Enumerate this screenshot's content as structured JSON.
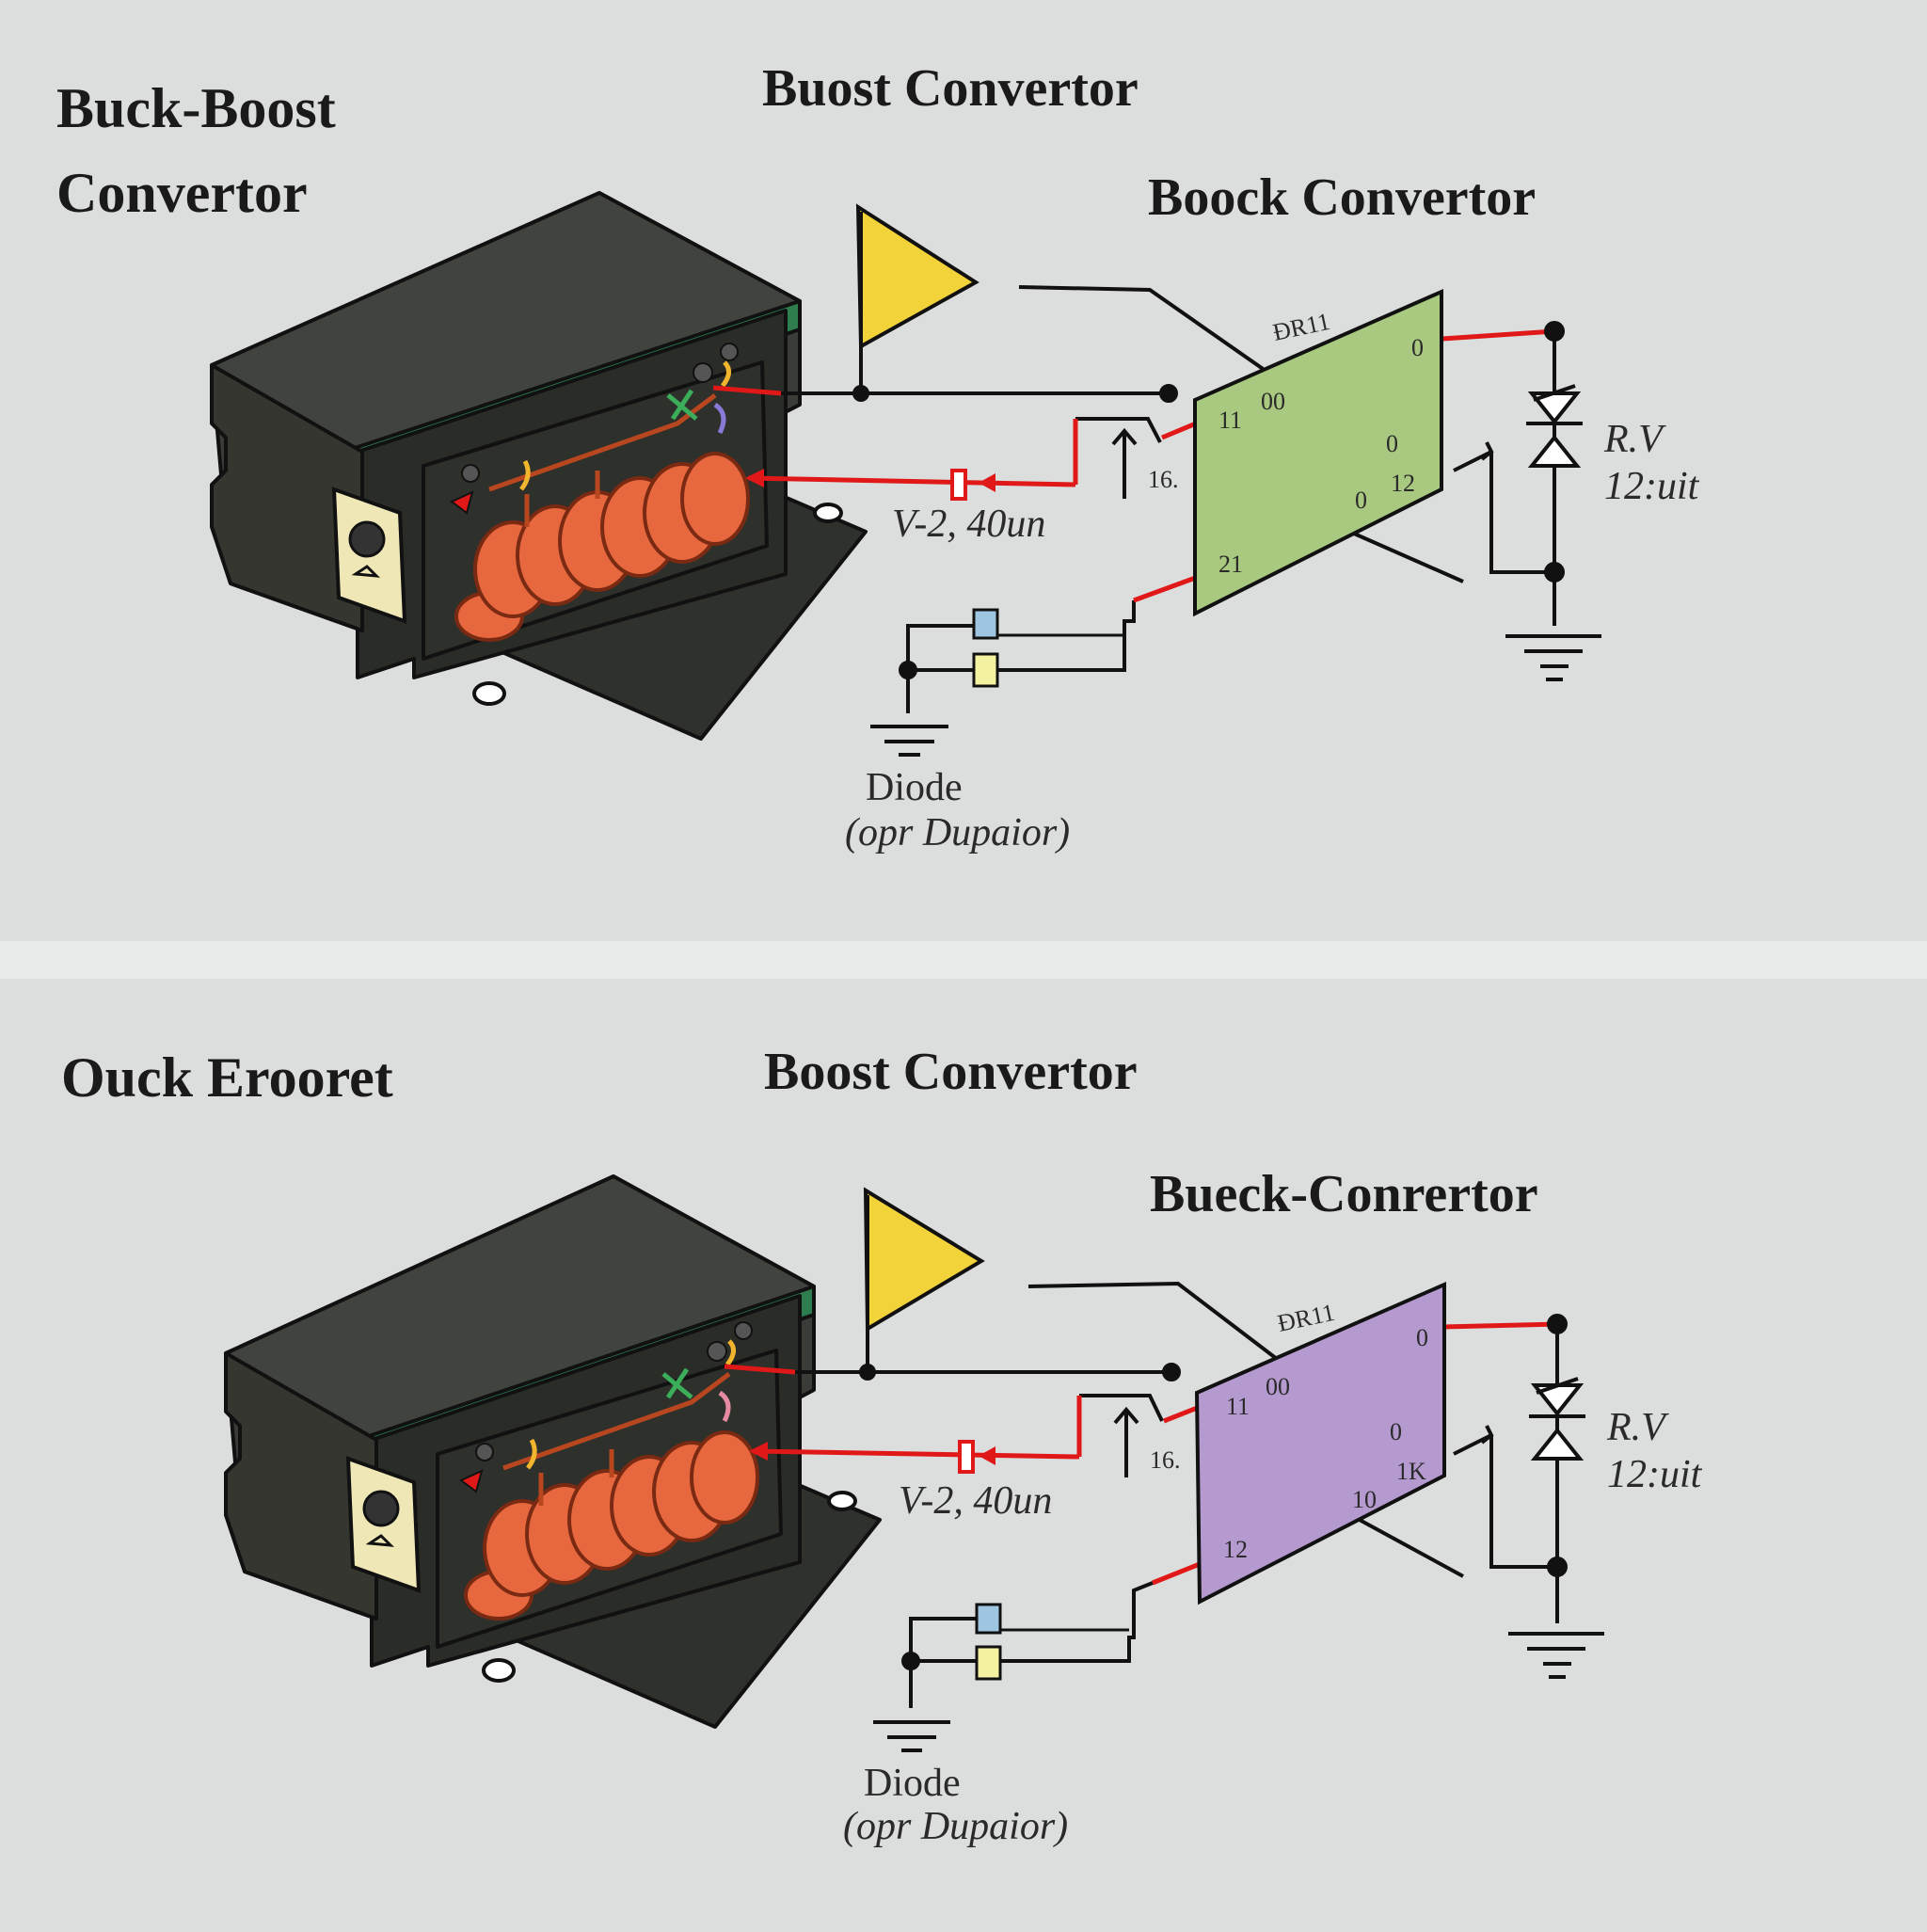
{
  "panels": [
    {
      "title_line1": "Buck-Boost",
      "title_line2": "Convertor",
      "center_title": "Buost Convertor",
      "right_title": "Boock Convertor",
      "board_color": "#a8c97f",
      "board_label": "ĐR11",
      "pins": {
        "in1": "11",
        "in1b": "00",
        "out_top": "0",
        "out_mid": "0",
        "pin_12": "12",
        "pin_0": "0",
        "pin_21": "21",
        "side": "16."
      },
      "voltage_label": "V-2, 40un",
      "rv_label": "R.V",
      "rv_value": "12:uit",
      "diode_label": "Diode",
      "diode_sub": "(opr Dupaior)"
    },
    {
      "title_line1": "Ouck Erooret",
      "title_line2": "",
      "center_title": "Boost Convertor",
      "right_title": "Bueck-Conrertor",
      "board_color": "#b59ad0",
      "board_label": "ĐR11",
      "pins": {
        "in1": "11",
        "in1b": "00",
        "out_top": "0",
        "out_mid": "0",
        "pin_12": "1K",
        "pin_0": "10",
        "pin_21": "12",
        "side": "16."
      },
      "voltage_label": "V-2, 40un",
      "rv_label": "R.V",
      "rv_value": "12:uit",
      "diode_label": "Diode",
      "diode_sub": "(opr Dupaior)"
    }
  ],
  "colors": {
    "background": "#dcdddd",
    "divider": "#e9eaea",
    "housing": "#3a3c37",
    "stripe": "#2e7d4f",
    "coil": "#e7683e",
    "wire_red": "#e01818",
    "flag": "#f2d33a"
  }
}
